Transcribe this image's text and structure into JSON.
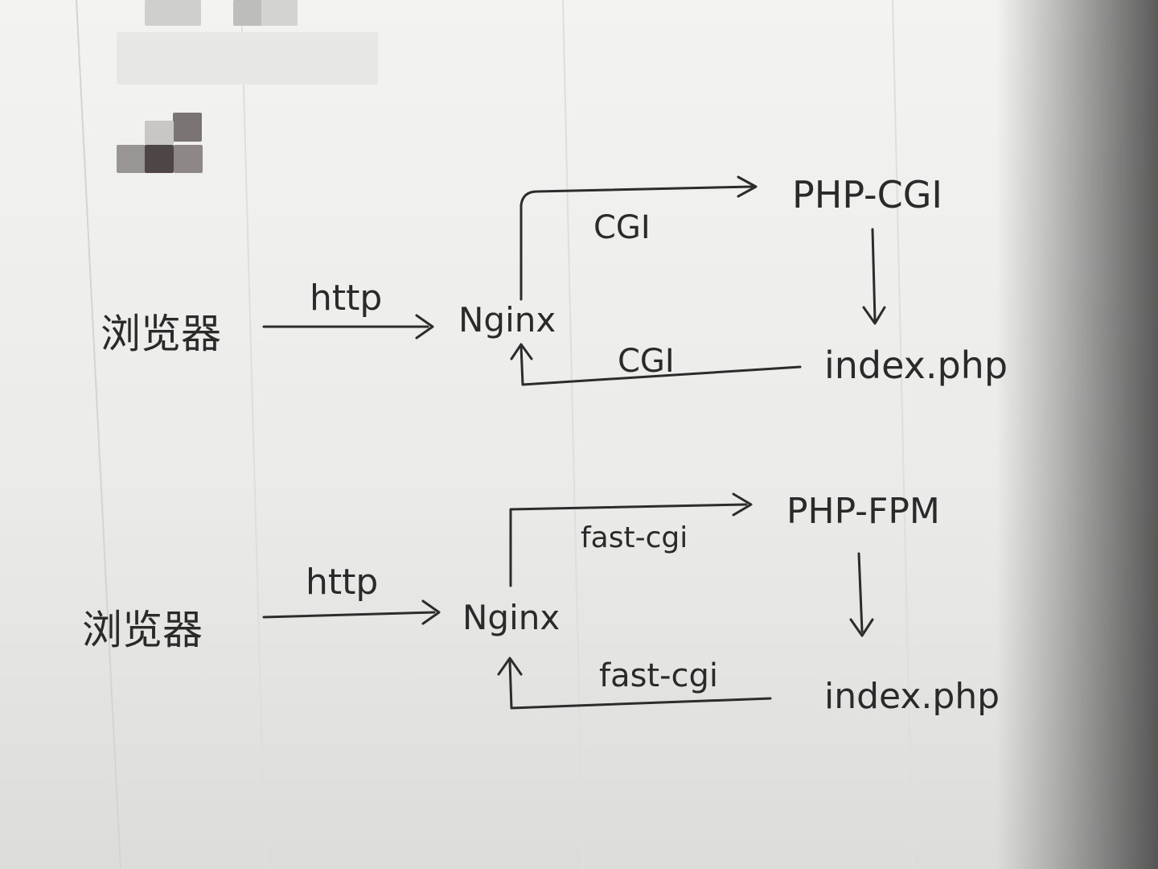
{
  "colors": {
    "ink": "#2c2c2c",
    "paper": "#efefed"
  },
  "redacted_block": "pixelated-name",
  "diagram_top": {
    "browser": "浏览器",
    "http": "http",
    "nginx": "Nginx",
    "cgi_out": "CGI",
    "php_cgi": "PHP-CGI",
    "index_php": "index.php",
    "cgi_back": "CGI"
  },
  "diagram_bottom": {
    "browser": "浏览器",
    "http": "http",
    "nginx": "Nginx",
    "fastcgi_out": "fast-cgi",
    "php_fpm": "PHP-FPM",
    "index_php": "index.php",
    "fastcgi_back": "fast-cgi"
  }
}
